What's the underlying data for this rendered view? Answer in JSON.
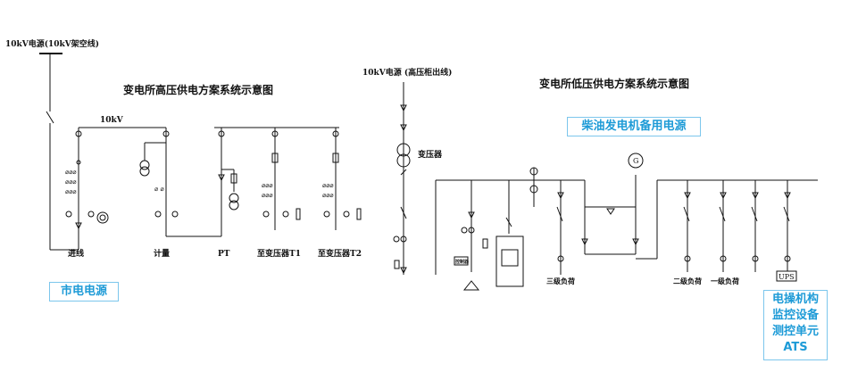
{
  "left": {
    "source": "10kV电源(10kV架空线)",
    "title": "变电所高压供电方案系统示意图",
    "bus": "10kV",
    "feeders": [
      "进线",
      "计量",
      "PT",
      "至变压器T1",
      "至变压器T2"
    ],
    "callout": "市电电源"
  },
  "right": {
    "source": "10kV电源 (高压柜出线)",
    "title": "变电所低压供电方案系统示意图",
    "transformer": "变压器",
    "generator_symbol": "G",
    "device_label": "控制器",
    "callout_generator": "柴油发电机备用电源",
    "loads": [
      "三级负荷",
      "二级负荷",
      "一级负荷"
    ],
    "ups": "UPS",
    "callout_ups": [
      "电操机构",
      "监控设备",
      "测控单元",
      "ATS"
    ]
  },
  "colors": {
    "callout_text": "#1e9bd7",
    "callout_border": "#7cc6ec",
    "line": "#111111"
  }
}
